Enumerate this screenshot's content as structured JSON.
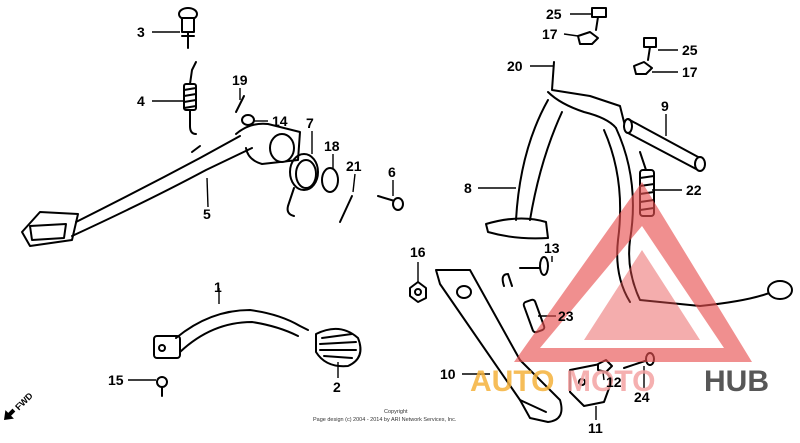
{
  "diagram": {
    "callouts": [
      {
        "id": "c3",
        "number": "3"
      },
      {
        "id": "c4",
        "number": "4"
      },
      {
        "id": "c19",
        "number": "19"
      },
      {
        "id": "c14",
        "number": "14"
      },
      {
        "id": "c7",
        "number": "7"
      },
      {
        "id": "c18",
        "number": "18"
      },
      {
        "id": "c21",
        "number": "21"
      },
      {
        "id": "c6",
        "number": "6"
      },
      {
        "id": "c5",
        "number": "5"
      },
      {
        "id": "c1",
        "number": "1"
      },
      {
        "id": "c15",
        "number": "15"
      },
      {
        "id": "c2",
        "number": "2"
      },
      {
        "id": "c25a",
        "number": "25"
      },
      {
        "id": "c17a",
        "number": "17"
      },
      {
        "id": "c25b",
        "number": "25"
      },
      {
        "id": "c17b",
        "number": "17"
      },
      {
        "id": "c20",
        "number": "20"
      },
      {
        "id": "c9",
        "number": "9"
      },
      {
        "id": "c8",
        "number": "8"
      },
      {
        "id": "c22",
        "number": "22"
      },
      {
        "id": "c16",
        "number": "16"
      },
      {
        "id": "c13",
        "number": "13"
      },
      {
        "id": "c23",
        "number": "23"
      },
      {
        "id": "c10",
        "number": "10"
      },
      {
        "id": "c12",
        "number": "12"
      },
      {
        "id": "c24",
        "number": "24"
      },
      {
        "id": "c11",
        "number": "11"
      }
    ],
    "direction_label": "FWD",
    "copyright_line1": "Copyright",
    "copyright_line2": "Page design (c) 2004 - 2014 by ARI Network Services, Inc.",
    "watermark": {
      "text_auto": "AUTO",
      "text_moto": "MOTO",
      "text_hub": "HUB",
      "color_auto": "#f5b23c",
      "color_moto": "#f4a3a3",
      "color_hub": "#3a3a3a",
      "triangle_color": "#e85050"
    }
  }
}
